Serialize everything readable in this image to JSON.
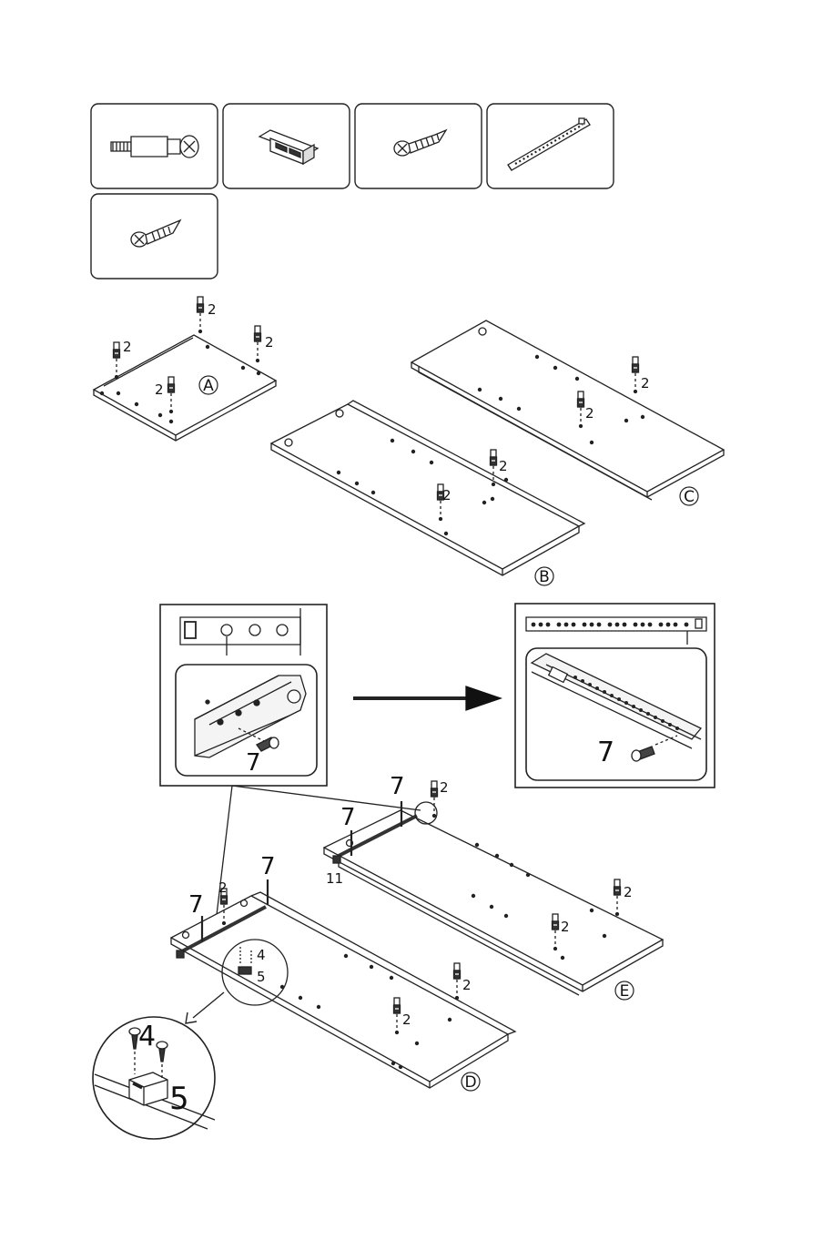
{
  "parts": [
    {
      "name": "cam-bolt-icon"
    },
    {
      "name": "magnetic-catch-icon"
    },
    {
      "name": "screw-icon"
    },
    {
      "name": "drawer-runner-icon"
    },
    {
      "name": "small-screw-icon"
    }
  ],
  "panel_labels": {
    "a": "A",
    "b": "B",
    "c": "C",
    "d": "D",
    "e": "E"
  },
  "callouts": {
    "bolt_qty": "2",
    "runner_screw": "7",
    "runner_part": "11",
    "catch_screw": "4",
    "catch_part": "5"
  }
}
